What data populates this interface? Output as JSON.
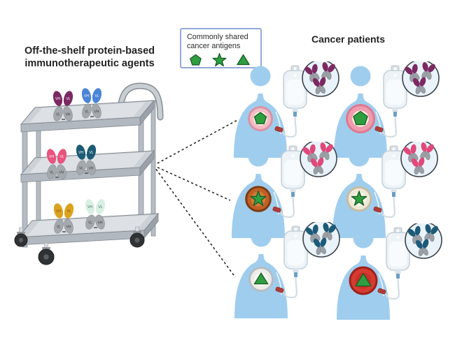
{
  "figure": {
    "left_title": "Off-the-shelf protein-based immunotherapeutic agents",
    "right_title": "Cancer patients"
  },
  "legend": {
    "label": "Commonly shared cancer antigens",
    "antigens": [
      "pentagon",
      "star",
      "triangle"
    ],
    "antigen_fill": "#2f9e41",
    "antigen_stroke": "#175c24",
    "border_color": "#93a9d9"
  },
  "cart": {
    "shelf_top": "#ccd1d7",
    "shelf_tray": "#dde1e5",
    "shelf_front": "#b2b8bf",
    "shelf_side": "#9ba1a8",
    "frame_edge": "#81878e",
    "leg_fill": "#b6bcc3",
    "handle_fill": "#c9ced3",
    "wheel_fill": "#303234",
    "domain_gray": "#a4a9ae",
    "agents": [
      {
        "name": "purple",
        "shelf": 0,
        "slot": 0,
        "color": "#7c2963",
        "label_color": "#ffffff",
        "top_labels": [
          "VH",
          "VL"
        ],
        "bottom_labels": [
          "VL",
          "VH"
        ]
      },
      {
        "name": "blue",
        "shelf": 0,
        "slot": 1,
        "color": "#4a84d6",
        "label_color": "#ffffff",
        "top_labels": [
          "VH",
          "VL"
        ],
        "bottom_labels": [
          "VL",
          "VH"
        ]
      },
      {
        "name": "pink",
        "shelf": 1,
        "slot": 0,
        "color": "#e8547e",
        "label_color": "#ffffff",
        "top_labels": [
          "VH",
          "VL"
        ],
        "bottom_labels": [
          "VL",
          "VH"
        ]
      },
      {
        "name": "teal",
        "shelf": 1,
        "slot": 1,
        "color": "#1b5b73",
        "label_color": "#ffffff",
        "top_labels": [
          "VH",
          "VL"
        ],
        "bottom_labels": [
          "VL",
          "VH"
        ]
      },
      {
        "name": "gold",
        "shelf": 2,
        "slot": 0,
        "color": "#dba21d",
        "label_color": "#7a5208",
        "top_labels": [
          "VH",
          "VL"
        ],
        "bottom_labels": [
          "VL",
          "VH"
        ]
      },
      {
        "name": "mint",
        "shelf": 2,
        "slot": 1,
        "color": "#d8efe3",
        "label_color": "#4a6b5a",
        "top_labels": [
          "VH",
          "VL"
        ],
        "bottom_labels": [
          "VL",
          "VH"
        ]
      }
    ]
  },
  "patients": {
    "person_color": "#9fcdee",
    "antibody_gray": "#9aa0a6",
    "iv": {
      "bag_fill": "#edf3f7",
      "bag_stroke": "#c3d0d9",
      "liquid_fill": "#f8fbfd",
      "cap_fill": "#6b9fc4",
      "tube_stroke": "#d3dde3",
      "injection_fill": "#b03c37"
    },
    "magnifier": {
      "fill": "#e9f3f9",
      "stroke": "#3c434b"
    },
    "list": [
      {
        "name": "patient-1",
        "antigen": "pentagon",
        "tumor_outer": "#f2bcc6",
        "tumor_edge": "#d993a3",
        "tumor_inner": "#f9eedb",
        "antibody_color": "#7c2963"
      },
      {
        "name": "patient-2",
        "antigen": "pentagon",
        "tumor_outer": "#ee9cae",
        "tumor_edge": "#df7890",
        "tumor_inner": "#f8ecd7",
        "antibody_color": "#7c2963"
      },
      {
        "name": "patient-3",
        "antigen": "star",
        "tumor_outer": "#c06026",
        "tumor_edge": "#7d3c10",
        "tumor_inner": "#d07c39",
        "antibody_color": "#e0497a"
      },
      {
        "name": "patient-4",
        "antigen": "star",
        "tumor_outer": "#efe8d6",
        "tumor_edge": "#c4bca3",
        "tumor_inner": "#f8f4e9",
        "antibody_color": "#e0497a"
      },
      {
        "name": "patient-5",
        "antigen": "triangle",
        "tumor_outer": "#eeece6",
        "tumor_edge": "#b6bcc2",
        "tumor_inner": "#f7f6f2",
        "antibody_color": "#1d5a78"
      },
      {
        "name": "patient-6",
        "antigen": "triangle",
        "tumor_outer": "#d63b31",
        "tumor_edge": "#9e211c",
        "tumor_inner": "#c93028",
        "antibody_color": "#1d5a78"
      }
    ]
  }
}
